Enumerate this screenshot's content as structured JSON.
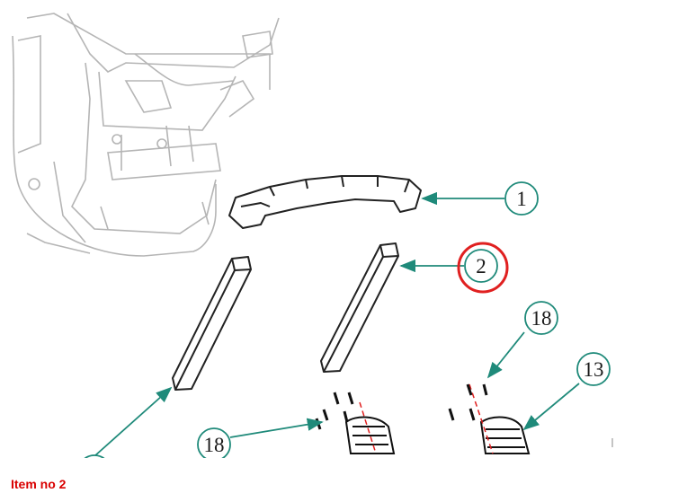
{
  "callouts": {
    "item_1": "1",
    "item_2": "2",
    "item_18_right": "18",
    "item_13": "13",
    "item_18_left": "18"
  },
  "highlighted_item": "2",
  "caption": "Item no 2",
  "colors": {
    "leader": "#1f8a7a",
    "callout_circle": "#1f8a7a",
    "highlight": "#e02020",
    "caption": "#d90000",
    "machine_lines": "#b5b5b5",
    "part_lines": "#222222"
  }
}
